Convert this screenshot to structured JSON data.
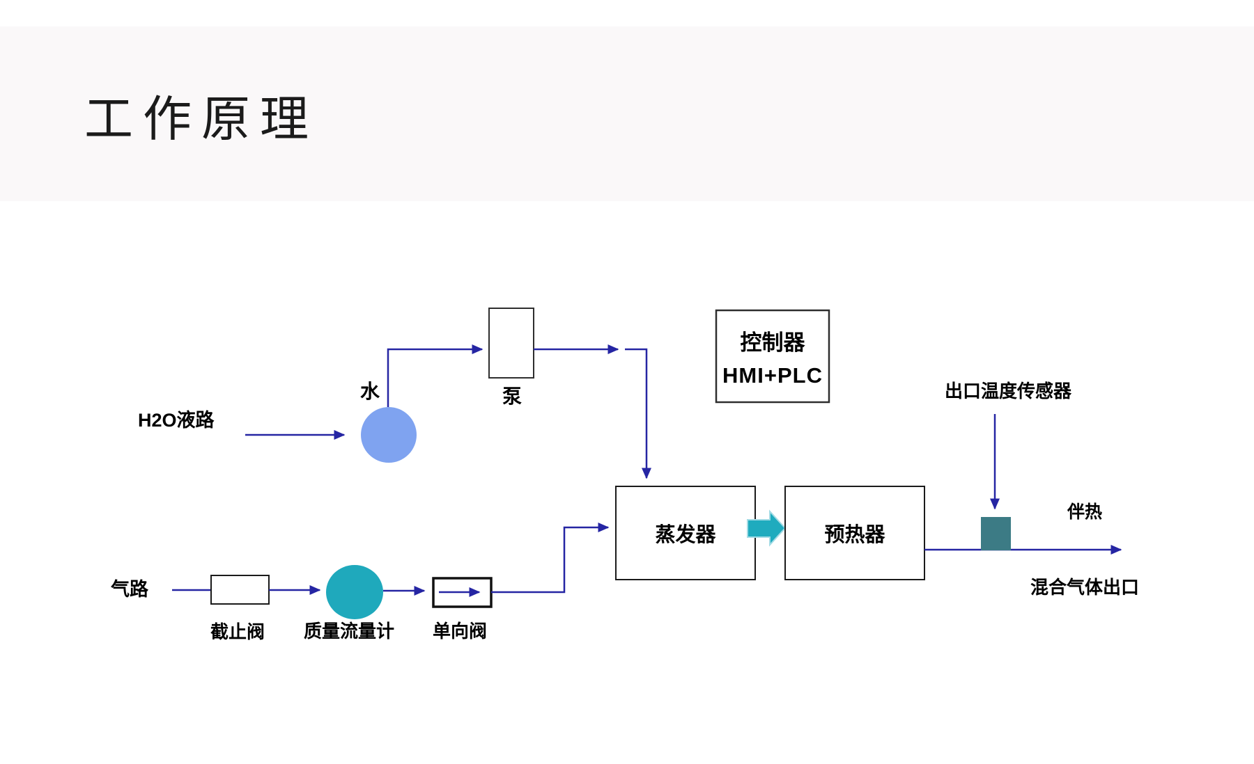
{
  "slide": {
    "title": "工作原理"
  },
  "diagram": {
    "labels": {
      "h2o_path": "H2O液路",
      "water": "水",
      "pump": "泵",
      "controller_line1": "控制器",
      "controller_line2": "HMI+PLC",
      "outlet_temp_sensor": "出口温度传感器",
      "evaporator": "蒸发器",
      "preheater": "预热器",
      "heat_tracing": "伴热",
      "mixed_gas_outlet": "混合气体出口",
      "gas_path": "气路",
      "stop_valve": "截止阀",
      "mass_flow_meter": "质量流量计",
      "check_valve": "单向阀"
    },
    "colors": {
      "line": "#2525a3",
      "water_circle": "#7fa3f0",
      "flowmeter_circle": "#1fa9bc",
      "block_arrow_fill": "#1fabbe",
      "block_arrow_edge": "#a3dbe5",
      "sensor_square": "#3c7b85",
      "band": "#faf8f9"
    }
  }
}
